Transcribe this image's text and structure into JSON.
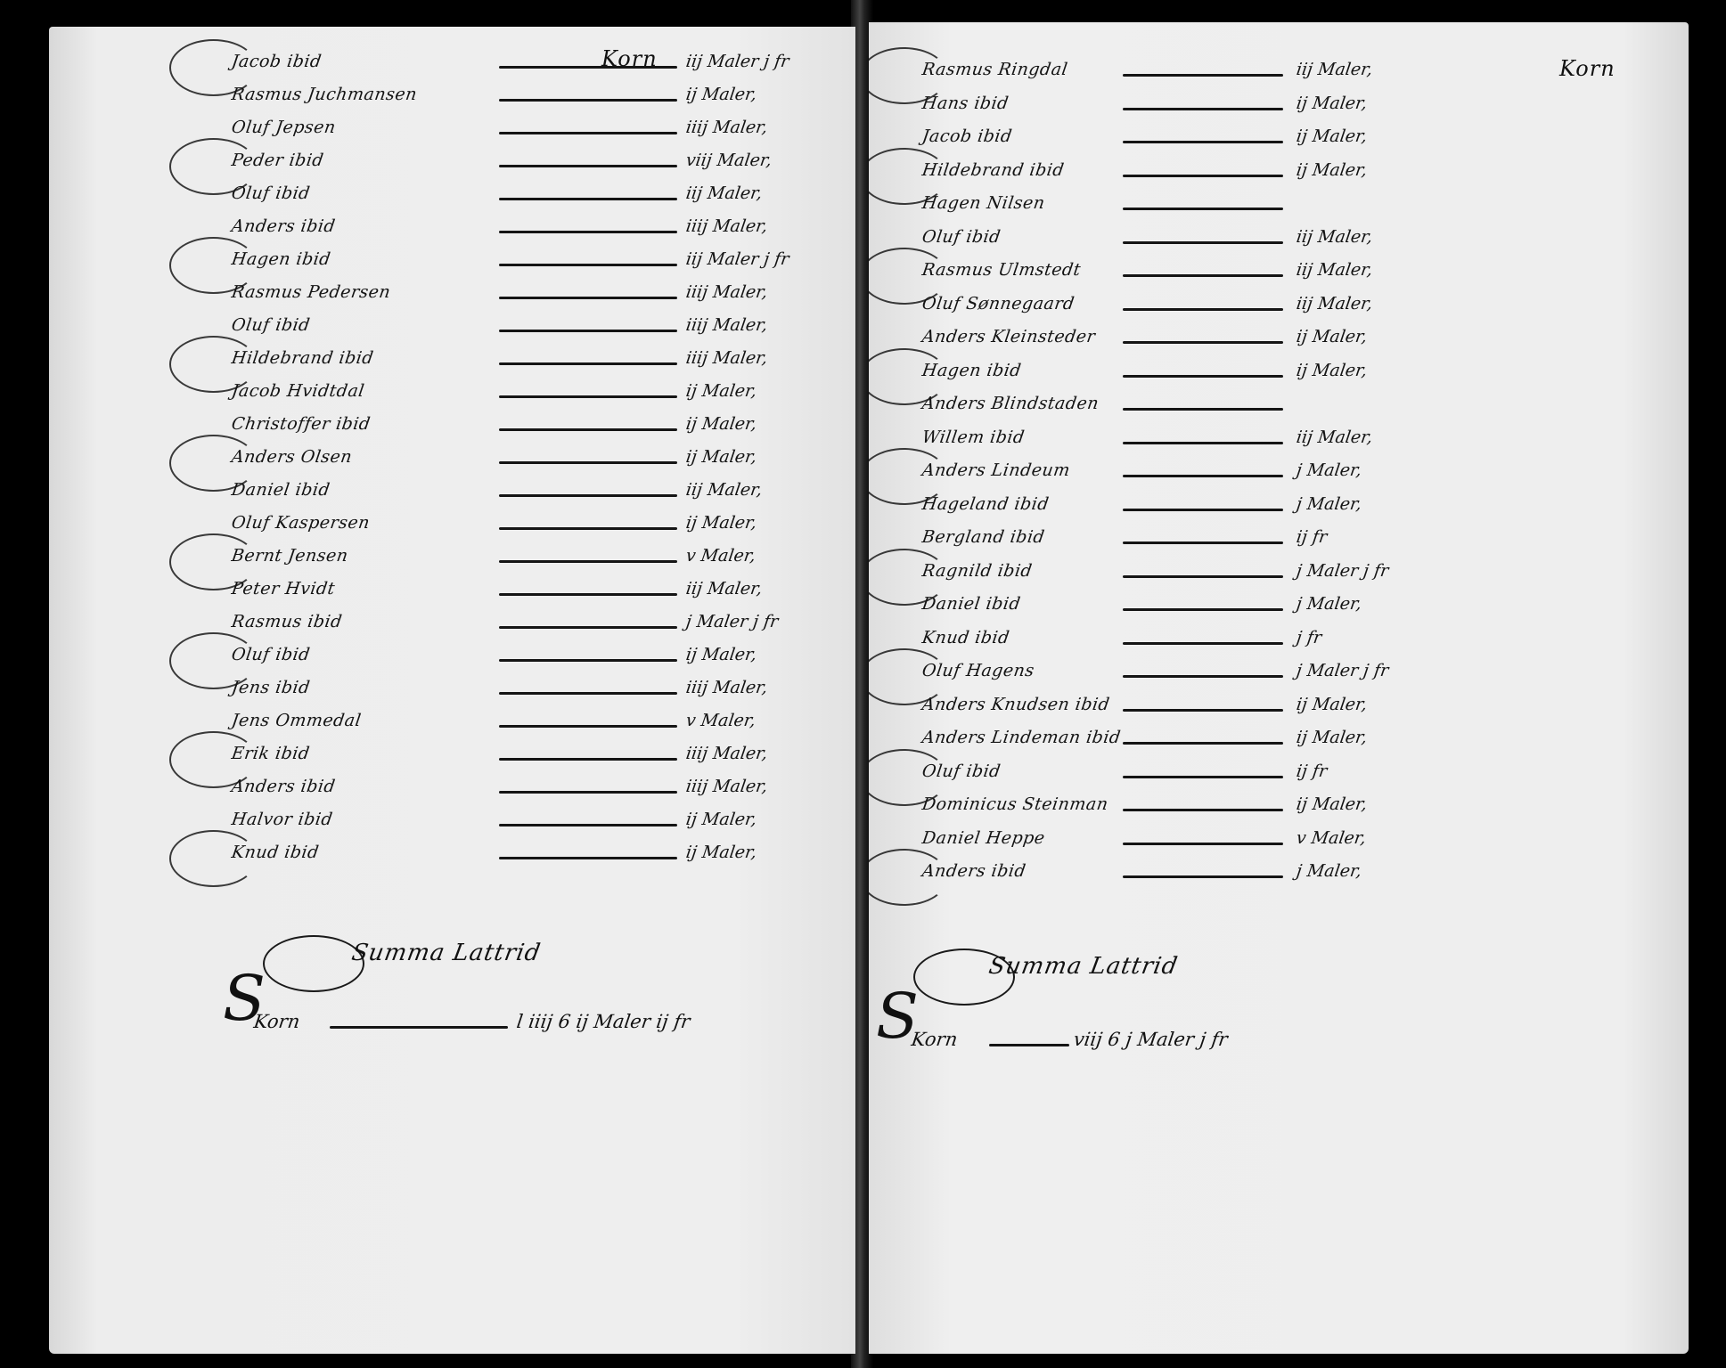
{
  "left_page": {
    "header": "Korn",
    "rows": [
      {
        "name": "Jacob ibid",
        "amount": "iij Maler j fr"
      },
      {
        "name": "Rasmus Juchmansen",
        "amount": "ij Maler,"
      },
      {
        "name": "Oluf Jepsen",
        "amount": "iiij Maler,"
      },
      {
        "name": "Peder ibid",
        "amount": "viij Maler,"
      },
      {
        "name": "Oluf ibid",
        "amount": "iij Maler,"
      },
      {
        "name": "Anders ibid",
        "amount": "iiij Maler,"
      },
      {
        "name": "Hagen ibid",
        "amount": "iij Maler j fr"
      },
      {
        "name": "Rasmus Pedersen",
        "amount": "iiij Maler,"
      },
      {
        "name": "Oluf ibid",
        "amount": "iiij Maler,"
      },
      {
        "name": "Hildebrand ibid",
        "amount": "iiij Maler,"
      },
      {
        "name": "Jacob Hvidtdal",
        "amount": "ij Maler,"
      },
      {
        "name": "Christoffer ibid",
        "amount": "ij Maler,"
      },
      {
        "name": "Anders Olsen",
        "amount": "ij Maler,"
      },
      {
        "name": "Daniel ibid",
        "amount": "iij Maler,"
      },
      {
        "name": "Oluf Kaspersen",
        "amount": "ij Maler,"
      },
      {
        "name": "Bernt Jensen",
        "amount": "v Maler,"
      },
      {
        "name": "Peter Hvidt",
        "amount": "iij Maler,"
      },
      {
        "name": "Rasmus ibid",
        "amount": "j Maler j fr"
      },
      {
        "name": "Oluf ibid",
        "amount": "ij Maler,"
      },
      {
        "name": "Jens ibid",
        "amount": "iiij Maler,"
      },
      {
        "name": "Jens Ommedal",
        "amount": "v Maler,"
      },
      {
        "name": "Erik ibid",
        "amount": "iiij Maler,"
      },
      {
        "name": "Anders ibid",
        "amount": "iiij Maler,"
      },
      {
        "name": "Halvor ibid",
        "amount": "ij Maler,"
      },
      {
        "name": "Knud ibid",
        "amount": "ij Maler,"
      }
    ],
    "summa_label": "Summa Lattrid",
    "total_label": "Korn",
    "total_value": "l iiij 6 ij Maler ij fr"
  },
  "right_page": {
    "header": "Korn",
    "rows": [
      {
        "name": "Rasmus Ringdal",
        "amount": "iij Maler,"
      },
      {
        "name": "Hans ibid",
        "amount": "ij Maler,"
      },
      {
        "name": "Jacob ibid",
        "amount": "ij Maler,"
      },
      {
        "name": "Hildebrand ibid",
        "amount": "ij Maler,"
      },
      {
        "name": "Hagen Nilsen",
        "amount": ""
      },
      {
        "name": "Oluf ibid",
        "amount": "iij Maler,"
      },
      {
        "name": "Rasmus Ulmstedt",
        "amount": "iij Maler,"
      },
      {
        "name": "Oluf Sønnegaard",
        "amount": "iij Maler,"
      },
      {
        "name": "Anders Kleinsteder",
        "amount": "ij Maler,"
      },
      {
        "name": "Hagen ibid",
        "amount": "ij Maler,"
      },
      {
        "name": "Anders Blindstaden",
        "amount": ""
      },
      {
        "name": "Willem ibid",
        "amount": "iij Maler,"
      },
      {
        "name": "Anders Lindeum",
        "amount": "j Maler,"
      },
      {
        "name": "Hageland ibid",
        "amount": "j Maler,"
      },
      {
        "name": "Bergland ibid",
        "amount": "ij fr"
      },
      {
        "name": "Ragnild ibid",
        "amount": "j Maler j fr"
      },
      {
        "name": "Daniel ibid",
        "amount": "j Maler,"
      },
      {
        "name": "Knud ibid",
        "amount": "j fr"
      },
      {
        "name": "Oluf Hagens",
        "amount": "j Maler j fr"
      },
      {
        "name": "Anders Knudsen ibid",
        "amount": "ij Maler,"
      },
      {
        "name": "Anders Lindeman ibid",
        "amount": "ij Maler,"
      },
      {
        "name": "Oluf ibid",
        "amount": "ij fr"
      },
      {
        "name": "Dominicus Steinman",
        "amount": "ij Maler,"
      },
      {
        "name": "Daniel Heppe",
        "amount": "v Maler,"
      },
      {
        "name": "Anders ibid",
        "amount": "j Maler,"
      }
    ],
    "summa_label": "Summa Lattrid",
    "total_label": "Korn",
    "total_value": "viij 6 j Maler j fr"
  }
}
